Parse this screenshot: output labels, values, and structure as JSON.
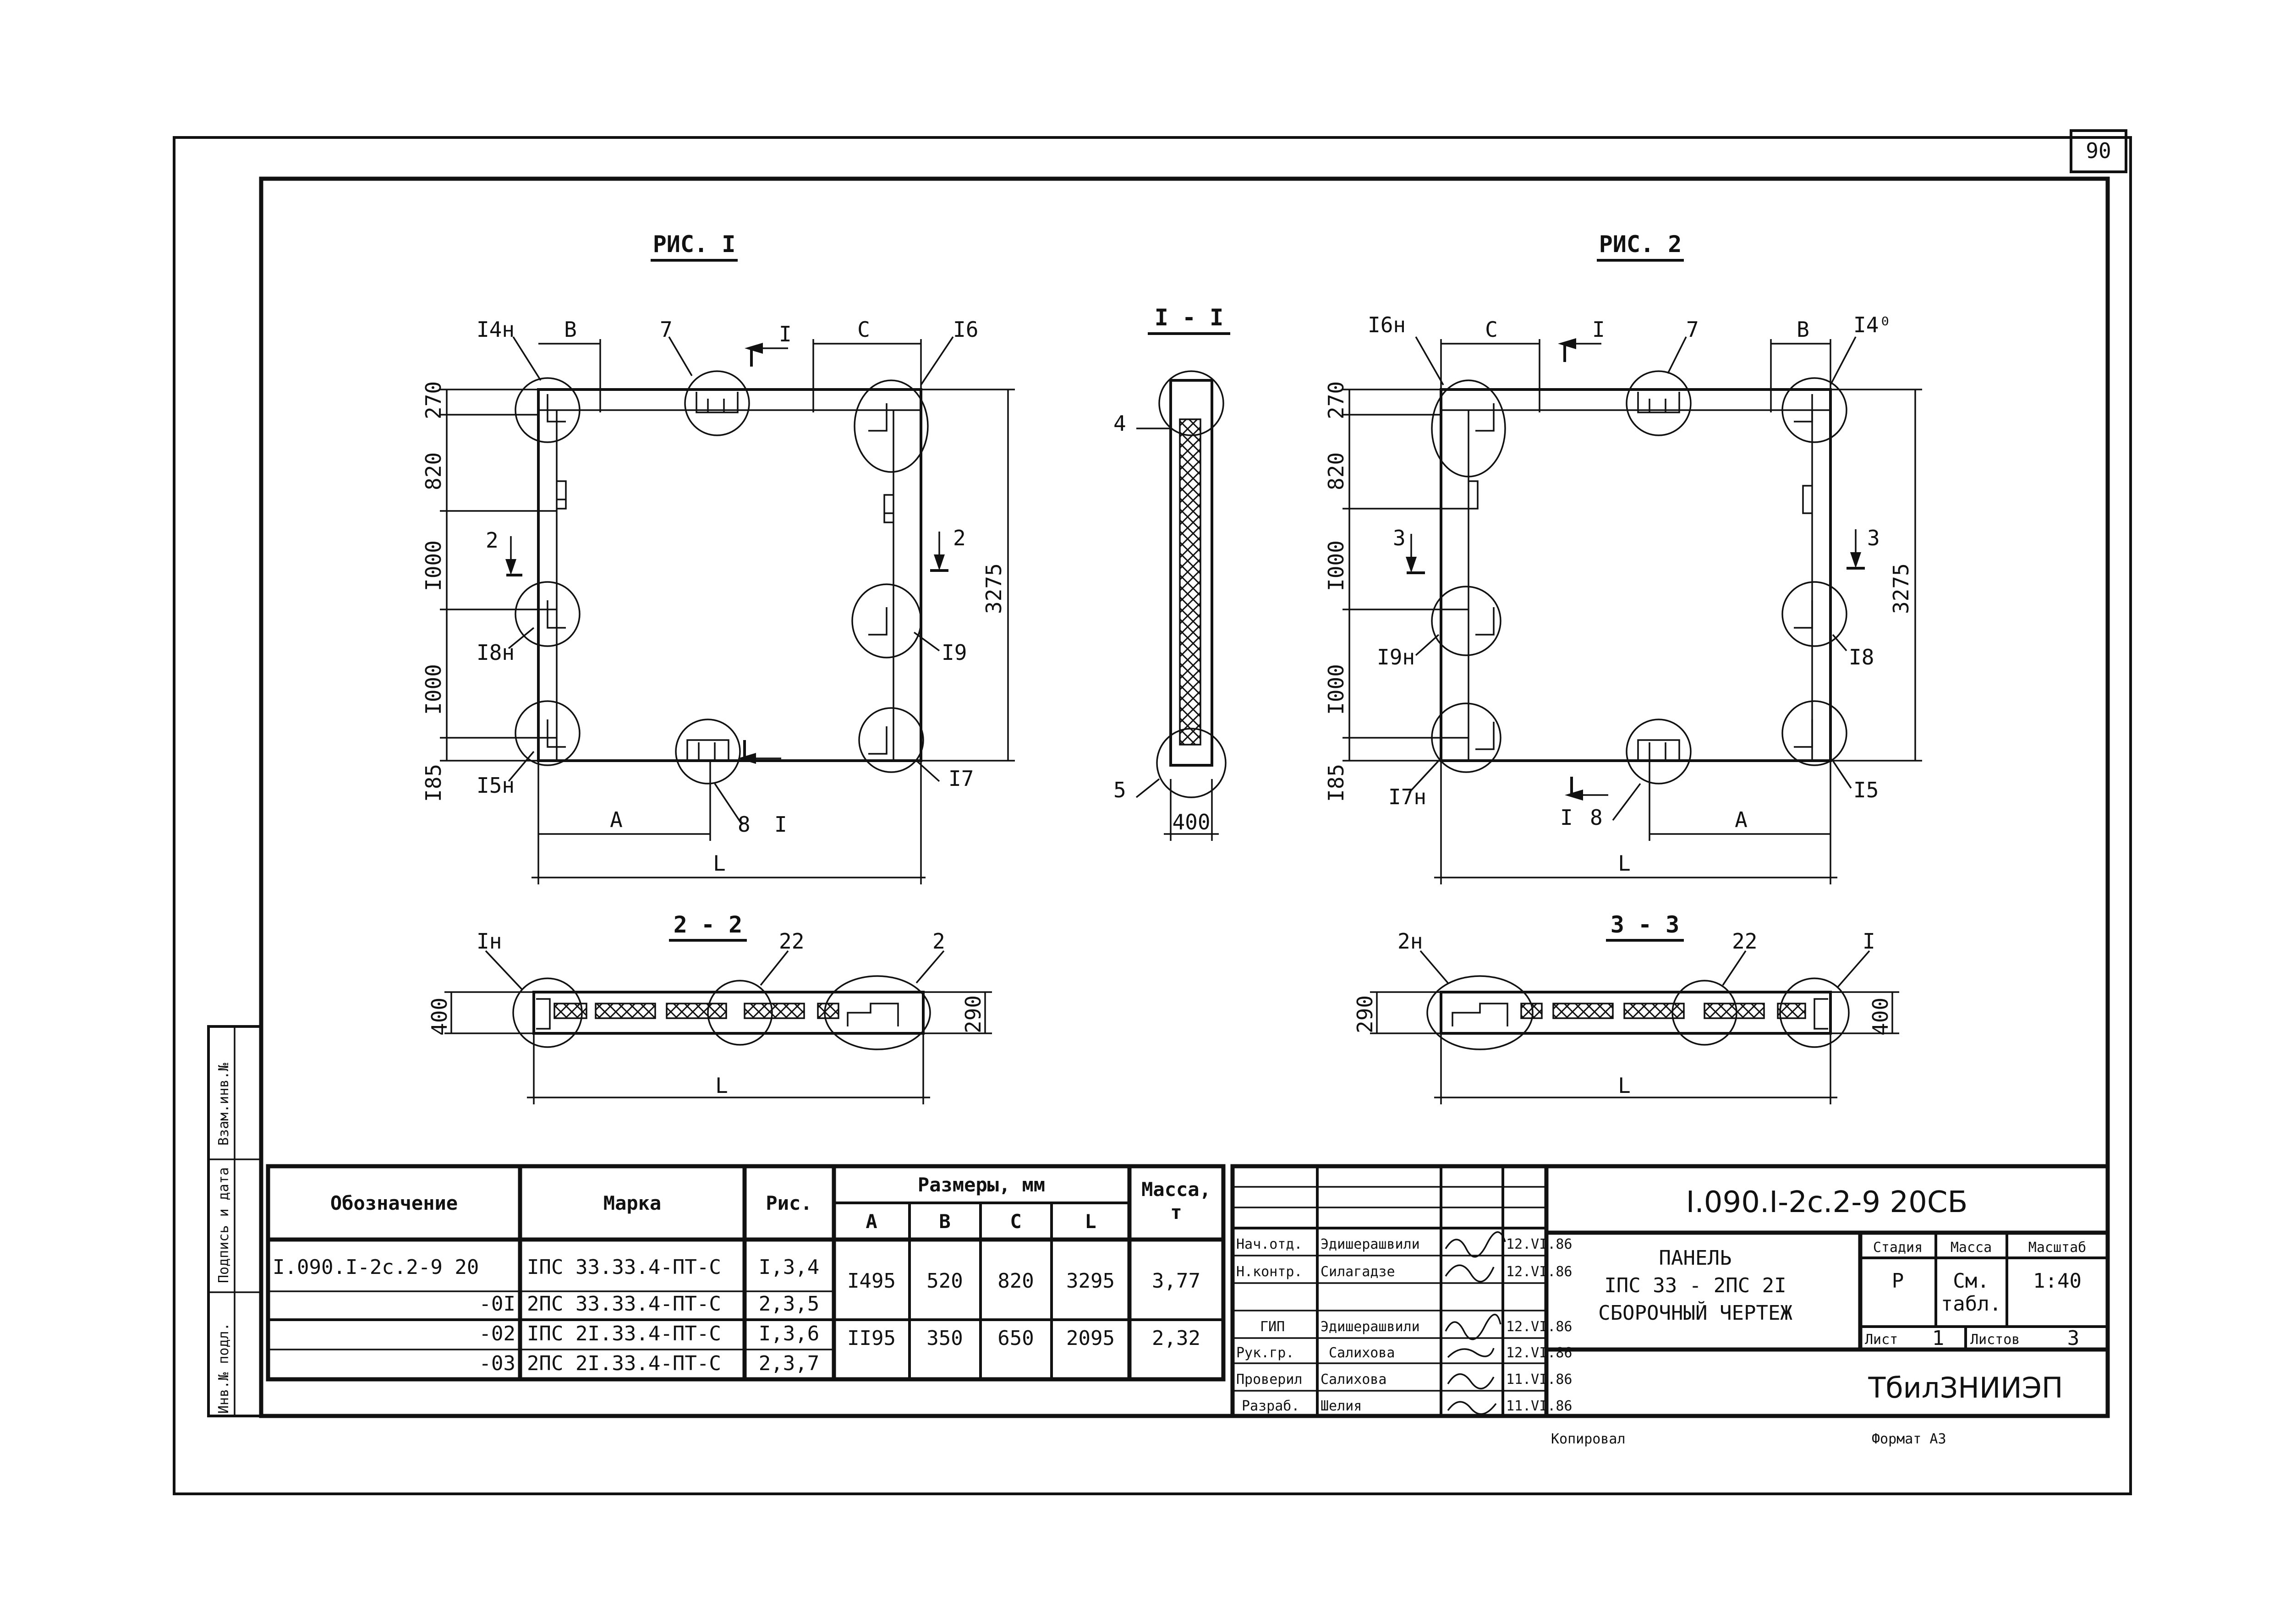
{
  "page_number": "90",
  "figures": {
    "fig1": {
      "title": "РИС. I",
      "callouts": [
        "I4н",
        "7",
        "I6",
        "I8н",
        "I9",
        "I5н",
        "8",
        "I7"
      ],
      "dims": {
        "B": "B",
        "C": "C",
        "A": "A",
        "L": "L",
        "v270": "270",
        "v820": "820",
        "v1000a": "I000",
        "v1000b": "I000",
        "v185": "I85",
        "v3275": "3275"
      },
      "section_marks": [
        "I",
        "I",
        "2",
        "2"
      ]
    },
    "section11": {
      "title": "I - I",
      "callouts": [
        "4",
        "5"
      ],
      "dim": "400"
    },
    "fig2": {
      "title": "РИС. 2",
      "callouts": [
        "I6н",
        "7",
        "I4⁰",
        "I9н",
        "I8",
        "I7н",
        "8",
        "I5"
      ],
      "dims": {
        "C": "C",
        "B": "B",
        "A": "A",
        "L": "L",
        "v270": "270",
        "v820": "820",
        "v1000a": "I000",
        "v1000b": "I000",
        "v185": "I85",
        "v3275": "3275"
      },
      "section_marks": [
        "I",
        "I",
        "3",
        "3"
      ]
    },
    "section22": {
      "title": "2 - 2",
      "callouts": [
        "Iн",
        "22",
        "2"
      ],
      "dims": [
        "400",
        "290",
        "L"
      ]
    },
    "section33": {
      "title": "3 - 3",
      "callouts": [
        "2н",
        "22",
        "I"
      ],
      "dims": [
        "290",
        "400",
        "L"
      ]
    }
  },
  "side_stamps": [
    "Взам.инв.№",
    "Подпись и дата",
    "Инв.№ подл."
  ],
  "spec_table": {
    "headers": {
      "designation": "Обозначение",
      "mark": "Марка",
      "fig": "Рис.",
      "sizes": "Размеры, мм",
      "mass": "Масса,",
      "mass_unit": "т"
    },
    "size_cols": [
      "A",
      "B",
      "C",
      "L"
    ],
    "rows": [
      {
        "designation": "I.090.I-2с.2-9 20",
        "mark": "IПС 33.33.4-ПТ-С",
        "fig": "I,3,4"
      },
      {
        "designation": "-0I",
        "mark": "2ПС 33.33.4-ПТ-С",
        "fig": "2,3,5"
      },
      {
        "designation": "-02",
        "mark": "IПС 2I.33.4-ПТ-С",
        "fig": "I,3,6"
      },
      {
        "designation": "-03",
        "mark": "2ПС 2I.33.4-ПТ-С",
        "fig": "2,3,7"
      }
    ],
    "groups": [
      {
        "A": "I495",
        "B": "520",
        "C": "820",
        "L": "3295",
        "mass": "3,77"
      },
      {
        "A": "II95",
        "B": "350",
        "C": "650",
        "L": "2095",
        "mass": "2,32"
      }
    ]
  },
  "title_block": {
    "doc_code": "I.090.I-2с.2-9 20СБ",
    "name_lines": [
      "ПАНЕЛЬ",
      "IПС 33 - 2ПС 2I",
      "СБОРОЧНЫЙ ЧЕРТЕЖ"
    ],
    "stage_label": "Стадия",
    "mass_label": "Масса",
    "scale_label": "Масштаб",
    "stage": "Р",
    "mass_line1": "См.",
    "mass_line2": "табл.",
    "scale": "1:40",
    "sheet_label": "Лист",
    "sheet": "1",
    "sheets_label": "Листов",
    "sheets": "3",
    "org": "ТбилЗНИИЭП",
    "signers": [
      {
        "role": "Нач.отд.",
        "name": "Эдишерашвили",
        "date": "12.VI.86"
      },
      {
        "role": "Н.контр.",
        "name": "Силагадзе",
        "date": "12.VI.86"
      },
      {
        "role": "ГИП",
        "name": "Эдишерашвили",
        "date": "12.VI.86"
      },
      {
        "role": "Рук.гр.",
        "name": "Салихова",
        "date": "12.VI.86"
      },
      {
        "role": "Проверил",
        "name": "Салихова",
        "date": "11.VI.86"
      },
      {
        "role": "Разраб.",
        "name": "Шелия",
        "date": "11.VI.86"
      }
    ]
  },
  "footer": {
    "copied": "Копировал",
    "format": "Формат А3"
  }
}
